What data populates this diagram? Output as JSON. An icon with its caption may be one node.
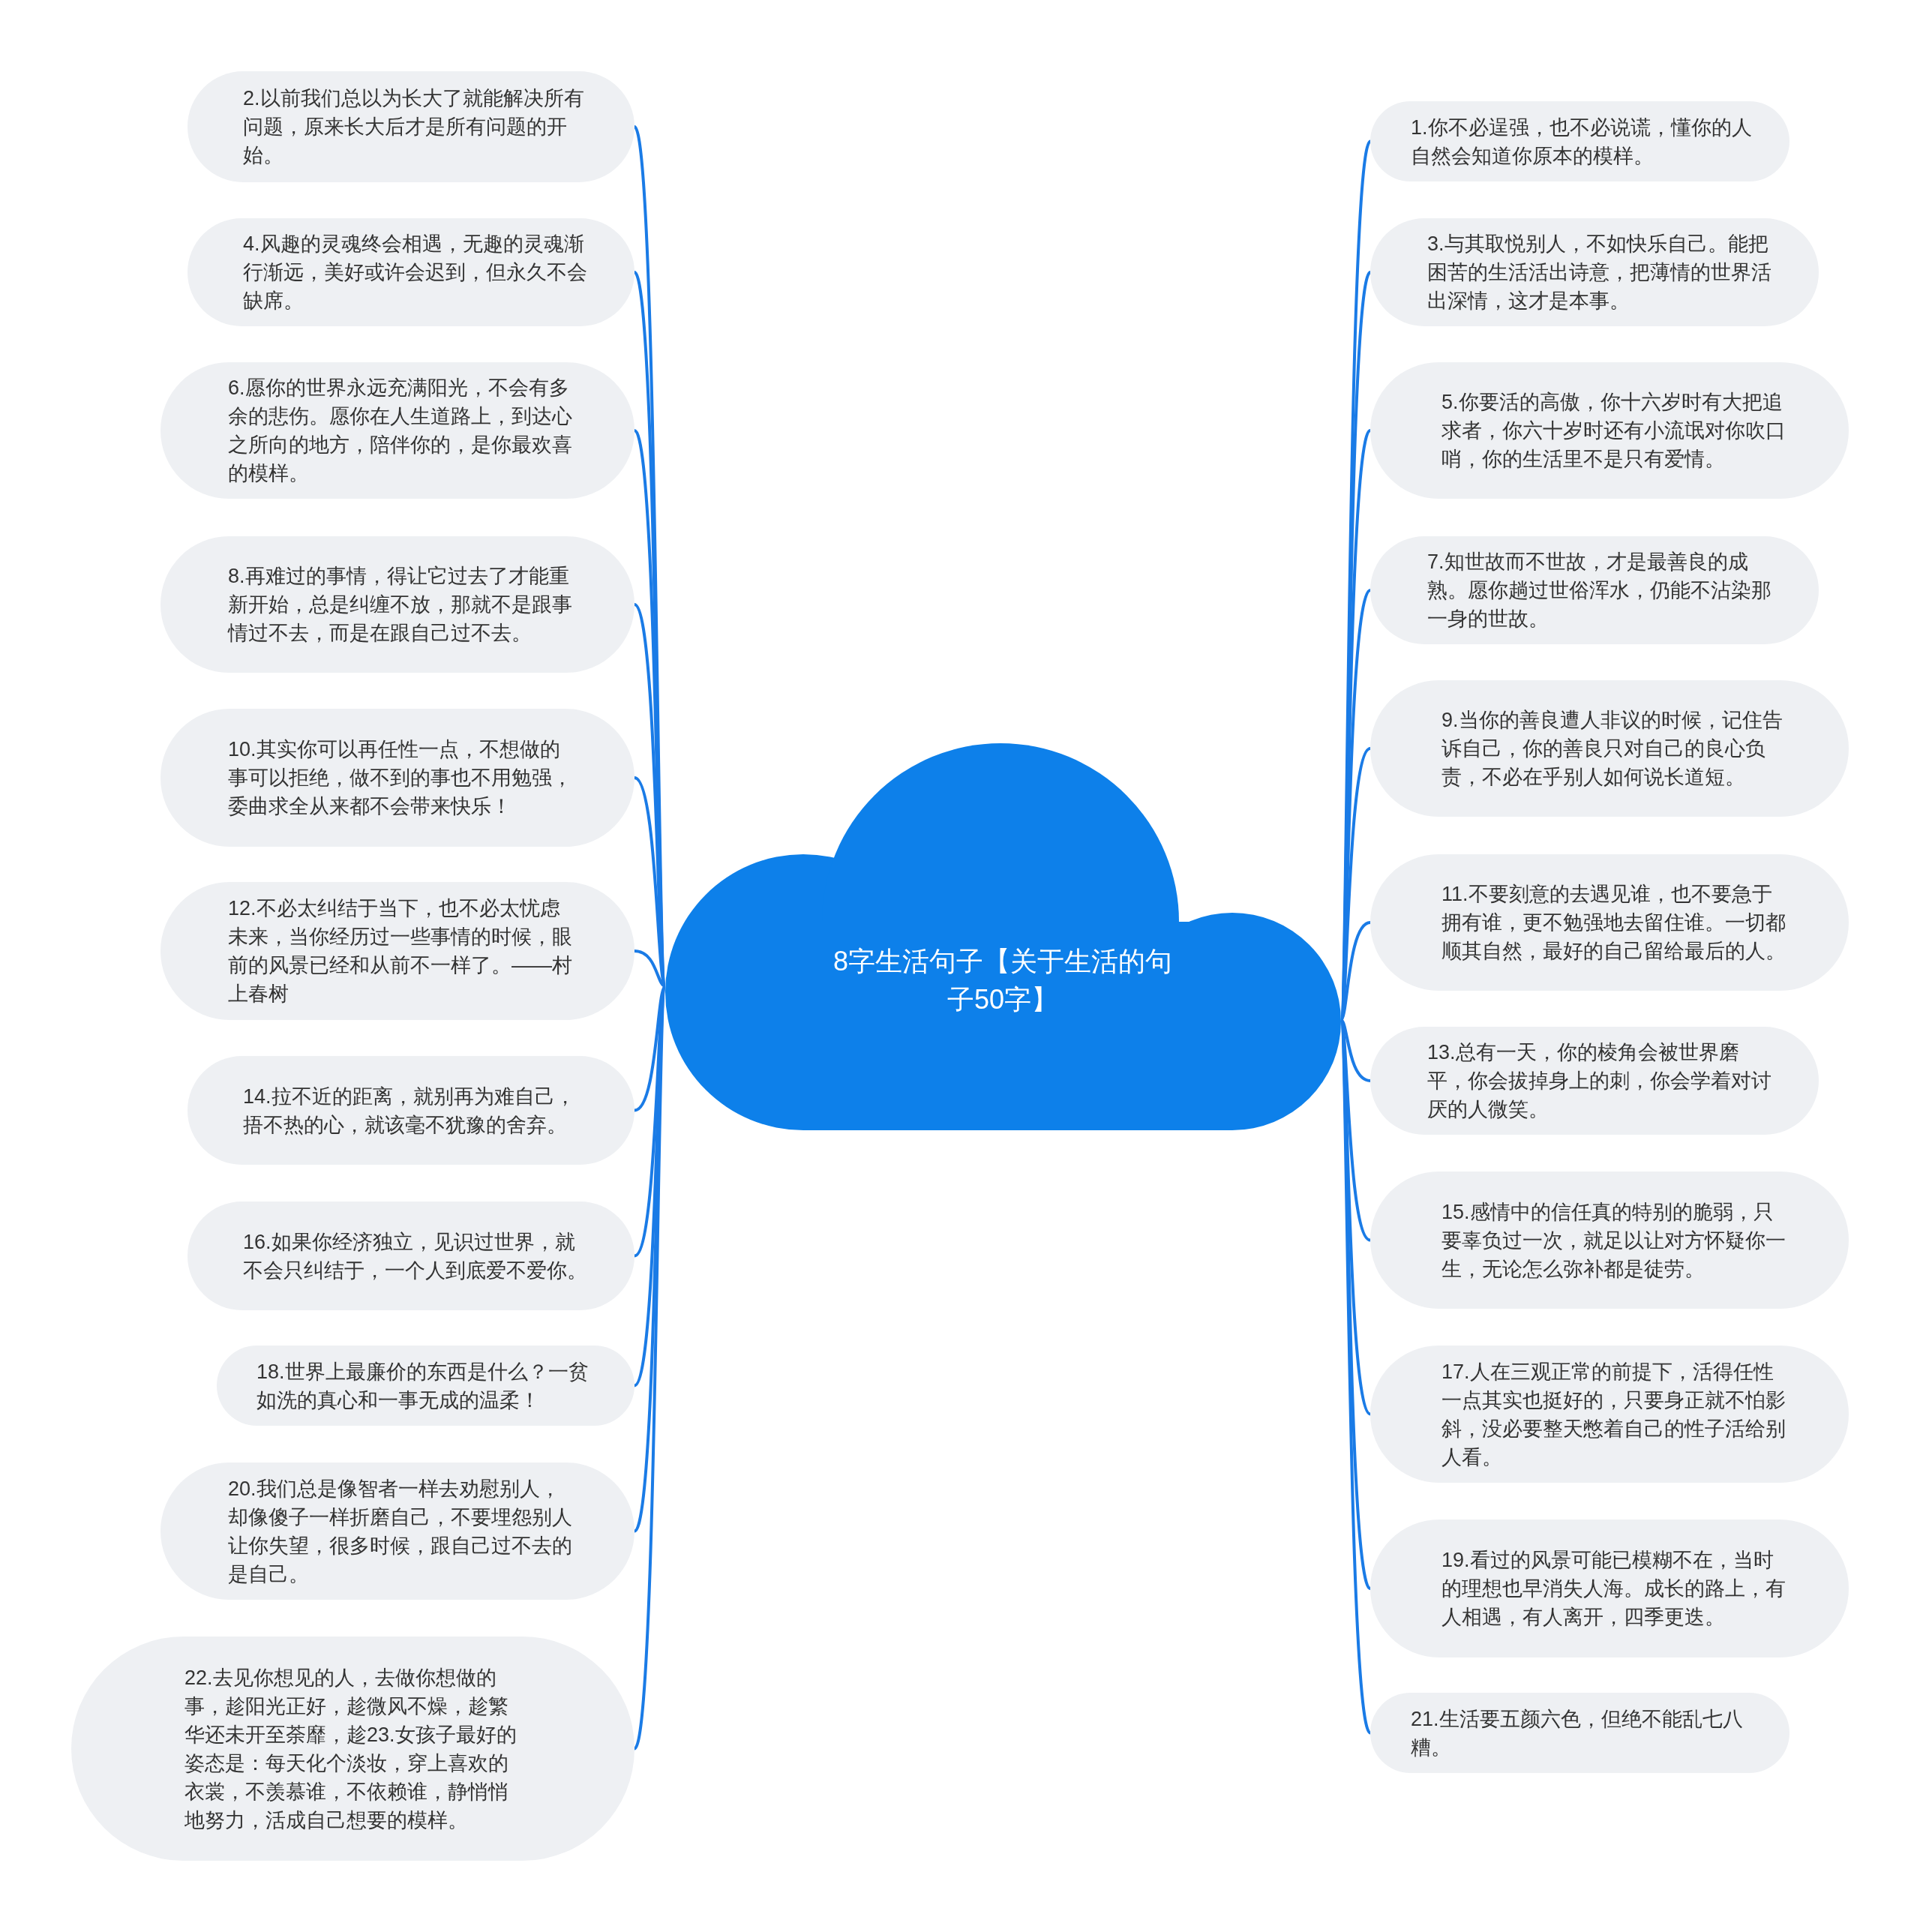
{
  "diagram": {
    "nodes": [
      {
        "text": [
          "8字生活句子【关于生活的句子50字】"
        ]
      },
      {
        "text": [
          "1.你不必逞强，也不必说谎，懂你的人自然会知道你原本的模样。"
        ]
      },
      {
        "text": [
          "2.以前我们总以为长大了就能解决所有问题，原来长大后才是所有问题的开始。"
        ]
      },
      {
        "text": [
          "3.与其取悦别人，不如快乐自己。能把困苦的生活活出诗意，把薄情的世界活出深情，这才是本事。"
        ]
      },
      {
        "text": [
          "4.风趣的灵魂终会相遇，无趣的灵魂渐行渐远，美好或许会迟到，但永久不会缺席。"
        ]
      },
      {
        "text": [
          "5.你要活的高傲，你十六岁时有大把追求者，你六十岁时还有小流氓对你吹口哨，你的生活里不是只有爱情。"
        ]
      },
      {
        "text": [
          "6.愿你的世界永远充满阳光，不会有多余的悲伤。愿你在人生道路上，到达心之所向的地方，陪伴你的，是你最欢喜的模样。"
        ]
      },
      {
        "text": [
          "7.知世故而不世故，才是最善良的成熟。愿你趟过世俗浑水，仍能不沾染那一身的世故。"
        ]
      },
      {
        "text": [
          "8.再难过的事情，得让它过去了才能重新开始，总是纠缠不放，那就不是跟事情过不去，而是在跟自己过不去。"
        ]
      },
      {
        "text": [
          "9.当你的善良遭人非议的时候，记住告诉自己，你的善良只对自己的良心负责，不必在乎别人如何说长道短。"
        ]
      },
      {
        "text": [
          "10.其实你可以再任性一点，不想做的事可以拒绝，做不到的事也不用勉强，委曲求全从来都不会带来快乐！"
        ]
      },
      {
        "text": [
          "11.不要刻意的去遇见谁，也不要急于拥有谁，更不勉强地去留住谁。一切都顺其自然，最好的自己留给最后的人。"
        ]
      },
      {
        "text": [
          "12.不必太纠结于当下，也不必太忧虑未来，当你经历过一些事情的时候，眼前的风景已经和从前不一样了。——村上春树"
        ]
      },
      {
        "text": [
          "13.总有一天，你的棱角会被世界磨平，你会拔掉身上的刺，你会学着对讨厌的人微笑。"
        ]
      },
      {
        "text": [
          "14.拉不近的距离，就别再为难自己，捂不热的心，就该毫不犹豫的舍弃。"
        ]
      },
      {
        "text": [
          "15.感情中的信任真的特别的脆弱，只要辜负过一次，就足以让对方怀疑你一生，无论怎么弥补都是徒劳。"
        ]
      },
      {
        "text": [
          "16.如果你经济独立，见识过世界，就不会只纠结于，一个人到底爱不爱你。"
        ]
      },
      {
        "text": [
          "17.人在三观正常的前提下，活得任性一点其实也挺好的，只要身正就不怕影斜，没必要整天憋着自己的性子活给别人看。"
        ]
      },
      {
        "text": [
          "18.世界上最廉价的东西是什么？一贫如洗的真心和一事无成的温柔！"
        ]
      },
      {
        "text": [
          "19.看过的风景可能已模糊不在，当时的理想也早消失人海。成长的路上，有人相遇，有人离开，四季更迭。"
        ]
      },
      {
        "text": [
          "20.我们总是像智者一样去劝慰别人，却像傻子一样折磨自己，不要埋怨别人让你失望，很多时候，跟自己过不去的是自己。"
        ]
      },
      {
        "text": [
          "21.生活要五颜六色，但绝不能乱七八糟。"
        ]
      },
      {
        "text": [
          "22.去见你想见的人，去做你想做的事，趁阳光正好，趁微风不燥，趁繁华还未开至荼靡，趁23.女孩子最好的姿态是：每天化个淡妆，穿上喜欢的衣裳，不羡慕谁，不依赖谁，静悄悄地努力，活成自己想要的模样。"
        ]
      }
    ],
    "edges": [
      {
        "from": 0,
        "to": 1,
        "arrow": "none"
      },
      {
        "from": 0,
        "to": 2,
        "arrow": "none"
      },
      {
        "from": 0,
        "to": 3,
        "arrow": "none"
      },
      {
        "from": 0,
        "to": 4,
        "arrow": "none"
      },
      {
        "from": 0,
        "to": 5,
        "arrow": "none"
      },
      {
        "from": 0,
        "to": 6,
        "arrow": "none"
      },
      {
        "from": 0,
        "to": 7,
        "arrow": "none"
      },
      {
        "from": 0,
        "to": 8,
        "arrow": "none"
      },
      {
        "from": 0,
        "to": 9,
        "arrow": "none"
      },
      {
        "from": 0,
        "to": 10,
        "arrow": "none"
      },
      {
        "from": 0,
        "to": 11,
        "arrow": "none"
      },
      {
        "from": 0,
        "to": 12,
        "arrow": "none"
      },
      {
        "from": 0,
        "to": 13,
        "arrow": "none"
      },
      {
        "from": 0,
        "to": 14,
        "arrow": "none"
      },
      {
        "from": 0,
        "to": 15,
        "arrow": "none"
      },
      {
        "from": 0,
        "to": 16,
        "arrow": "none"
      },
      {
        "from": 0,
        "to": 17,
        "arrow": "none"
      },
      {
        "from": 0,
        "to": 18,
        "arrow": "none"
      },
      {
        "from": 0,
        "to": 19,
        "arrow": "none"
      },
      {
        "from": 0,
        "to": 20,
        "arrow": "none"
      },
      {
        "from": 0,
        "to": 21,
        "arrow": "none"
      },
      {
        "from": 0,
        "to": 22,
        "arrow": "none"
      }
    ]
  }
}
